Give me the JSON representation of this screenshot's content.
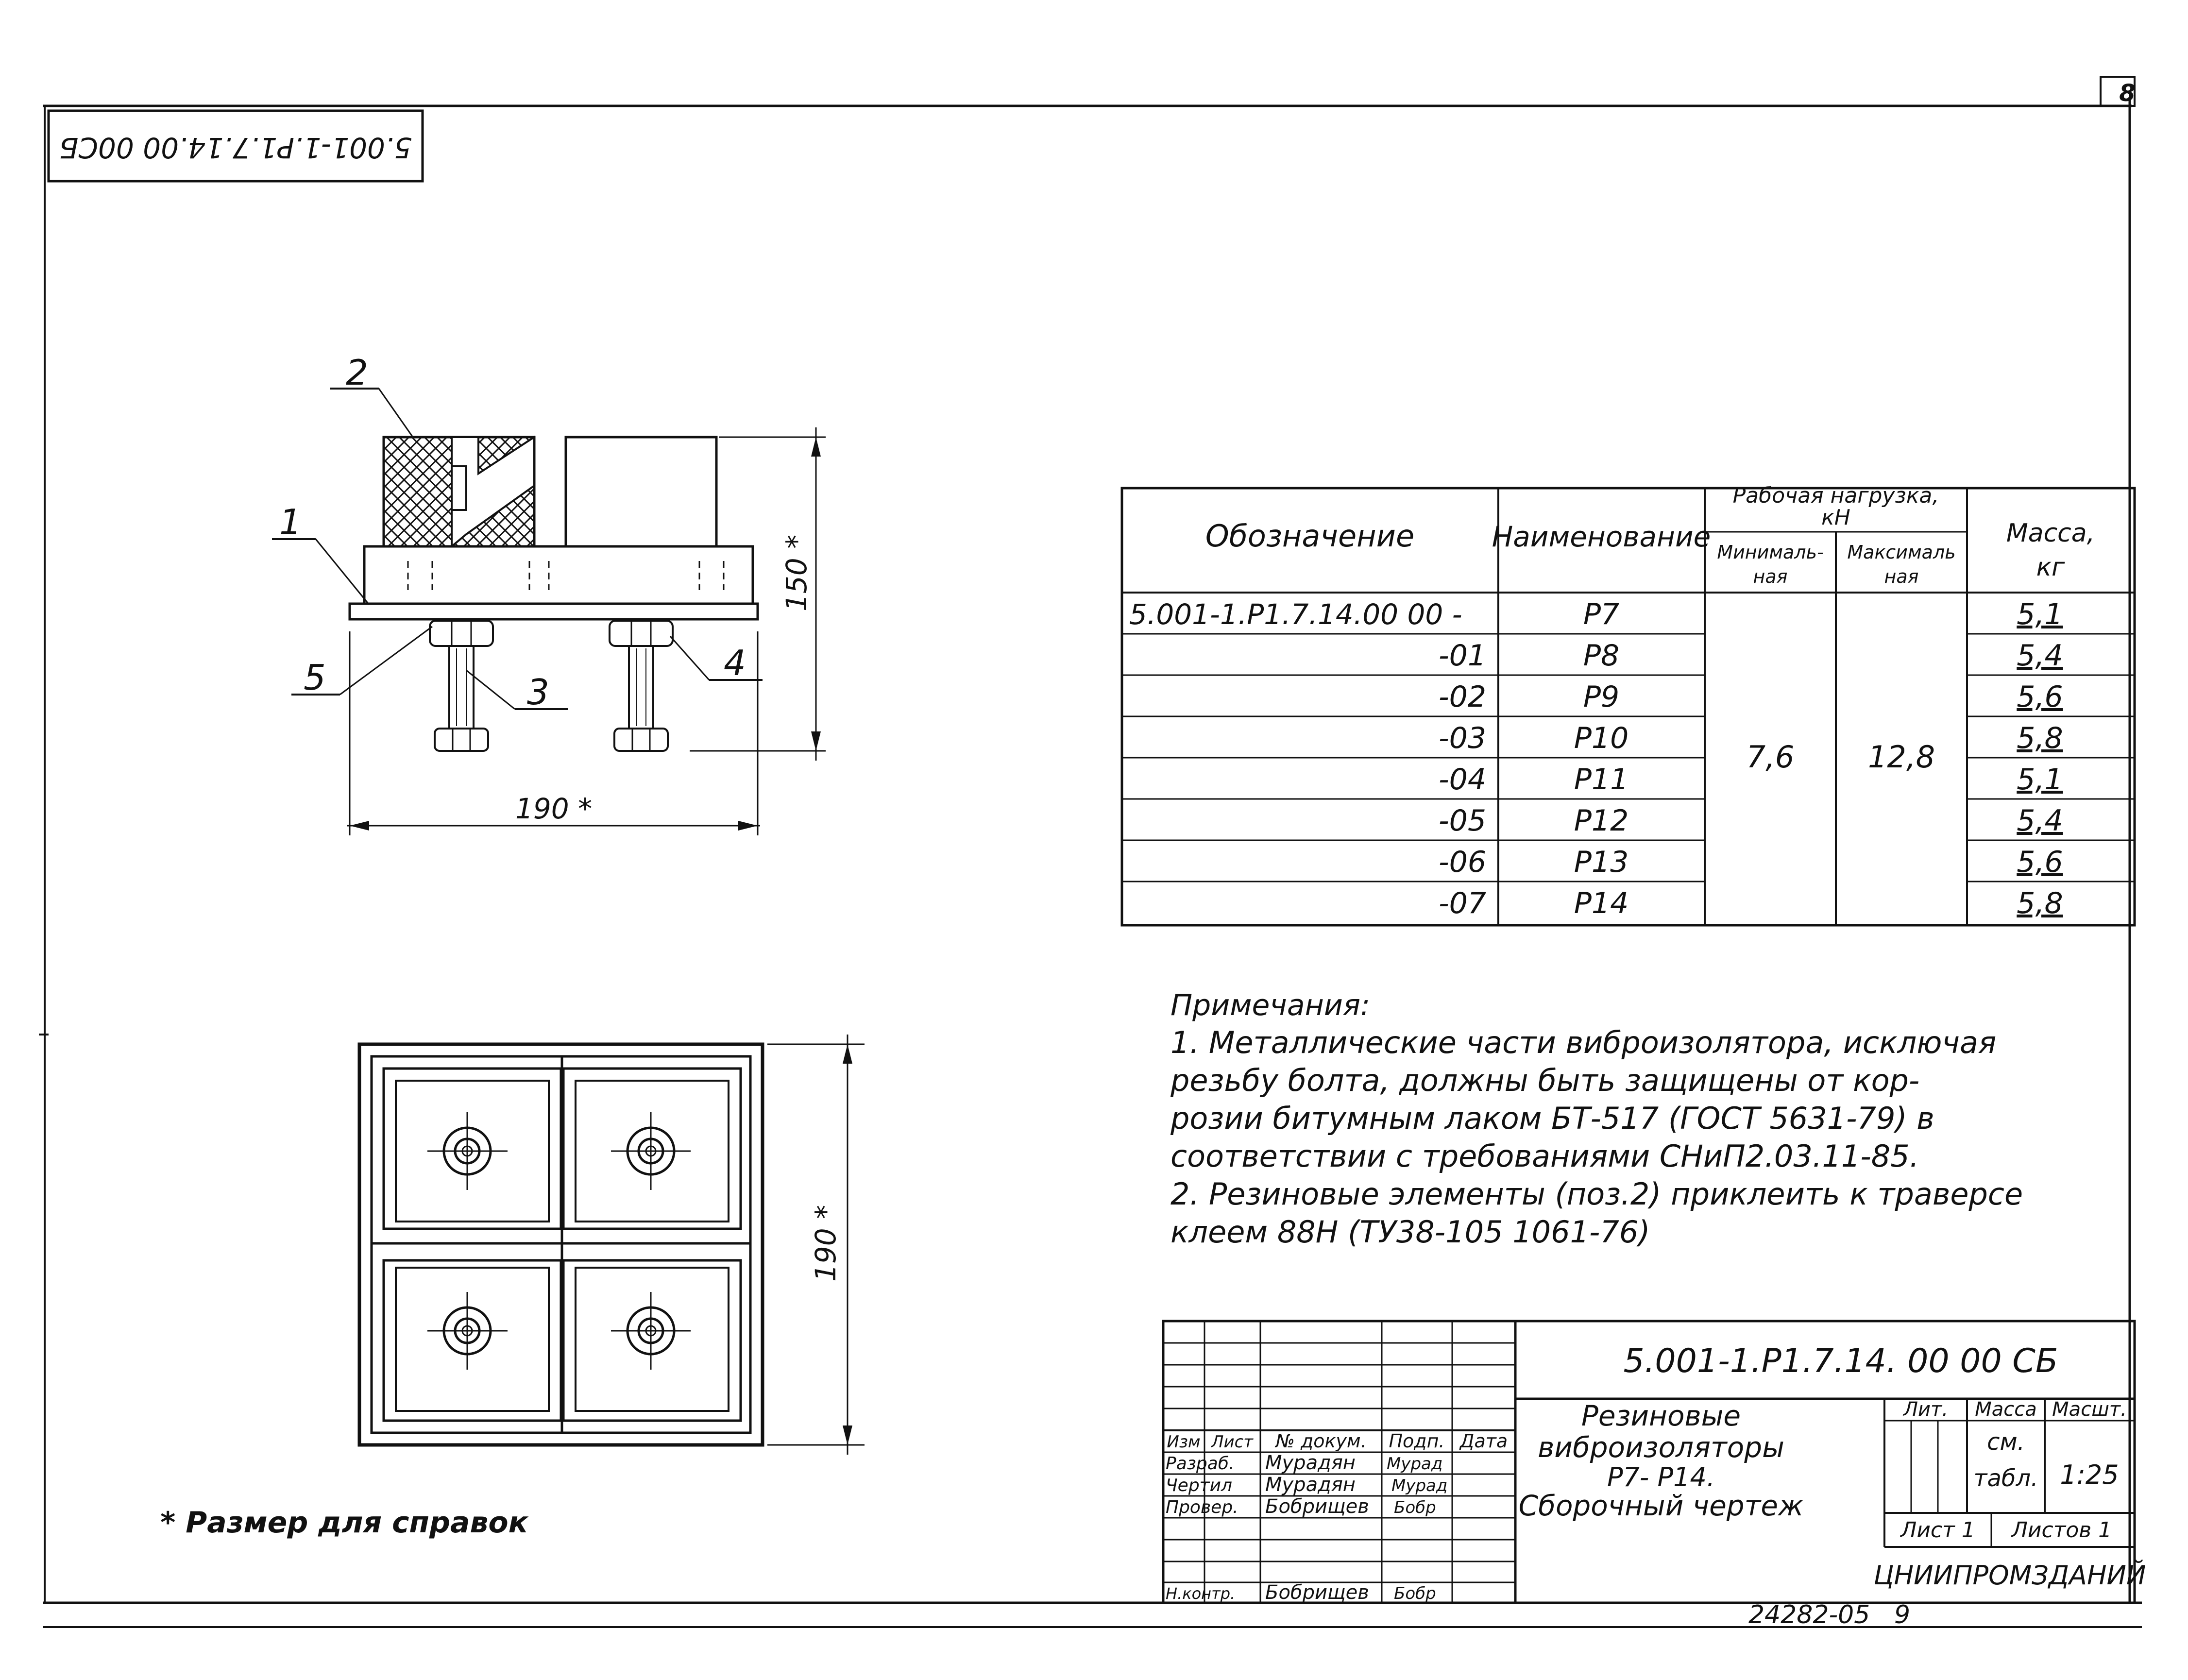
{
  "sheet": {
    "page_number": "8",
    "rotated_code": "5.001-1.Р1.7.14.00 00СБ",
    "bottom_code": "24282-05",
    "bottom_page": "9"
  },
  "views": {
    "callouts": [
      "1",
      "2",
      "3",
      "4",
      "5"
    ],
    "dim_height": "150 *",
    "dim_width": "190 *",
    "dim_plan": "190 *",
    "reference_note": "* Размер для справок"
  },
  "spec_table": {
    "headers": {
      "designation": "Обозначение",
      "name": "Наименование",
      "load_line1": "Рабочая нагрузка,",
      "load_line2": "кН",
      "min_line1": "Минималь-",
      "min_line2": "ная",
      "max_line1": "Максималь",
      "max_line2": "ная",
      "mass_line1": "Масса,",
      "mass_line2": "кг"
    },
    "rows": [
      {
        "designation": "5.001-1.Р1.7.14.00 00 -",
        "name": "Р7",
        "mass": "5,1"
      },
      {
        "designation": "-01",
        "name": "Р8",
        "mass": "5,4"
      },
      {
        "designation": "-02",
        "name": "Р9",
        "mass": "5,6"
      },
      {
        "designation": "-03",
        "name": "Р10",
        "mass": "5,8"
      },
      {
        "designation": "-04",
        "name": "Р11",
        "mass": "5,1"
      },
      {
        "designation": "-05",
        "name": "Р12",
        "mass": "5,4"
      },
      {
        "designation": "-06",
        "name": "Р13",
        "mass": "5,6"
      },
      {
        "designation": "-07",
        "name": "Р14",
        "mass": "5,8"
      }
    ],
    "min_load": "7,6",
    "max_load": "12,8"
  },
  "notes": {
    "title": "Примечания:",
    "lines": [
      "1. Металлические части виброизолятора, исключая",
      "резьбу болта, должны быть защищены от кор-",
      "розии битумным лаком БТ-517 (ГОСТ 5631-79) в",
      "соответствии с требованиями СНиП2.03.11-85.",
      "2. Резиновые элементы (поз.2) приклеить к траверсе",
      "клеем 88Н (ТУ38-105 1061-76)"
    ]
  },
  "title_block": {
    "doc_code": "5.001-1.Р1.7.14. 00 00 СБ",
    "title_lines": [
      "Резиновые",
      "виброизоляторы",
      "Р7- Р14.",
      "Сборочный чертеж"
    ],
    "col_headers": [
      "Изм",
      "Лист",
      "№ докум.",
      "Подп.",
      "Дата"
    ],
    "people": [
      {
        "role": "Разраб.",
        "name": "Мурадян",
        "sign": "Мурад"
      },
      {
        "role": "Чертил",
        "name": "Мурадян",
        "sign": "Мурад"
      },
      {
        "role": "Провер.",
        "name": "Бобрищев",
        "sign": "Бобр"
      },
      {
        "role": "Н.контр.",
        "name": "Бобрищев",
        "sign": "Бобр"
      }
    ],
    "lit_label": "Лит.",
    "mass_label": "Масса",
    "scale_label": "Масшт.",
    "mass_value_line1": "см.",
    "mass_value_line2": "табл.",
    "scale_value": "1:25",
    "sheet_label": "Лист 1",
    "sheets_label": "Листов 1",
    "organization": "ЦНИИПРОМЗДАНИЙ"
  }
}
